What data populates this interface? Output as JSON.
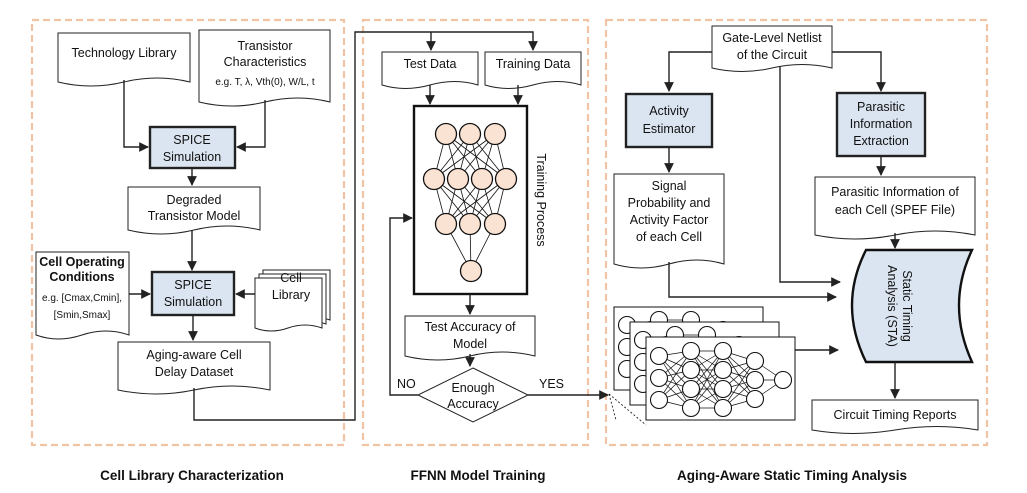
{
  "sections": {
    "left_caption": "Cell Library Characterization",
    "middle_caption": "FFNN Model Training",
    "right_caption": "Aging-Aware Static Timing Analysis"
  },
  "left": {
    "tech_library": "Technology Library",
    "transistor_line1": "Transistor",
    "transistor_line2": "Characteristics",
    "transistor_params": "e.g. T, λ, Vth(0), W/L, t",
    "spice1_line1": "SPICE",
    "spice1_line2": "Simulation",
    "degraded_line1": "Degraded",
    "degraded_line2": "Transistor Model",
    "cond_line1": "Cell Operating",
    "cond_line2": "Conditions",
    "cond_eg1": "e.g. [Cmax,Cmin],",
    "cond_eg2": "[Smin,Smax]",
    "spice2_line1": "SPICE",
    "spice2_line2": "Simulation",
    "cell_library_line1": "Cell",
    "cell_library_line2": "Library",
    "dataset_line1": "Aging-aware Cell",
    "dataset_line2": "Delay Dataset"
  },
  "middle": {
    "test_data": "Test Data",
    "training_data": "Training Data",
    "training_process": "Training Process",
    "test_acc_line1": "Test Accuracy of",
    "test_acc_line2": "Model",
    "enough_line1": "Enough",
    "enough_line2": "Accuracy",
    "no": "NO",
    "yes": "YES"
  },
  "right": {
    "netlist_line1": "Gate-Level Netlist",
    "netlist_line2": "of the Circuit",
    "activity_line1": "Activity",
    "activity_line2": "Estimator",
    "parasitic_line1": "Parasitic",
    "parasitic_line2": "Information",
    "parasitic_line3": "Extraction",
    "signal_line1": "Signal",
    "signal_line2": "Probability and",
    "signal_line3": "Activity Factor",
    "signal_line4": "of each Cell",
    "spef_line1": "Parasitic Information of",
    "spef_line2": "each Cell (SPEF File)",
    "sta_line1": "Static Timing",
    "sta_line2": "Analysis (STA)",
    "reports": "Circuit Timing Reports"
  },
  "colors": {
    "section_border": "#f2c4a6",
    "process_fill": "#dbe5f1",
    "neuron_fill": "#fbe3d3",
    "sta_fill": "#dbe5f1"
  }
}
